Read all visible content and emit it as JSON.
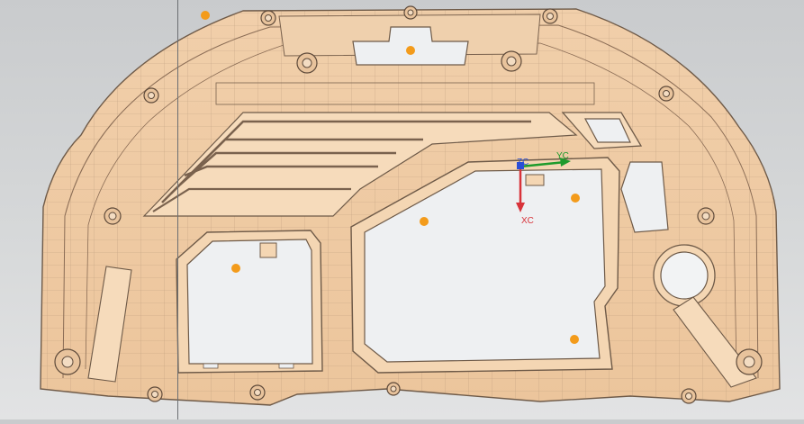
{
  "viewport": {
    "background": "#d3d5d7",
    "part_color": "#f3d3b0",
    "part_edge_color": "#6e5a48",
    "marker_color": "#f39b1b"
  },
  "triad": {
    "zc_label": "ZC",
    "yc_label": "YC",
    "xc_label": "XC",
    "zc_color": "#2a4fd6",
    "yc_color": "#1e9b2c",
    "xc_color": "#d8333a"
  }
}
